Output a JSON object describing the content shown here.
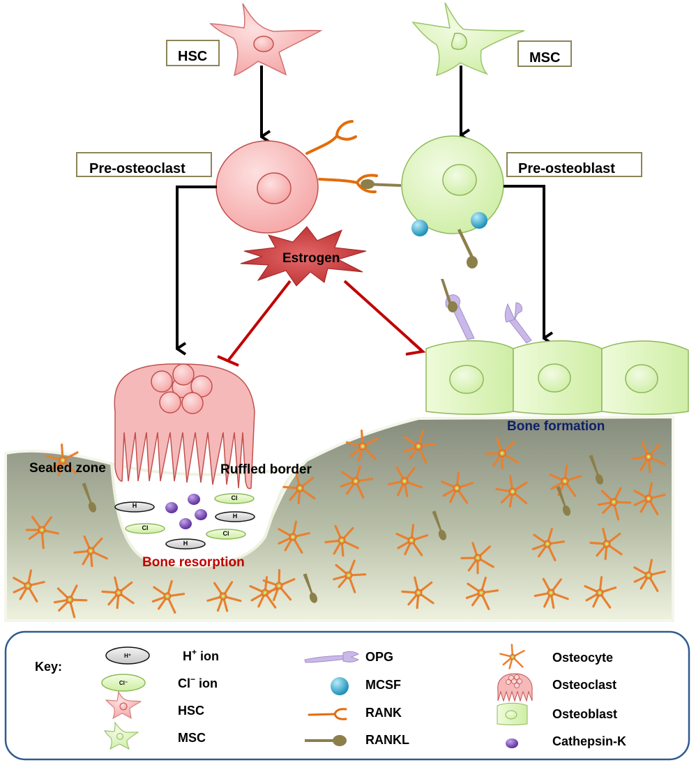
{
  "labels": {
    "hsc": "HSC",
    "msc": "MSC",
    "pre_osteoclast": "Pre-osteoclast",
    "pre_osteoblast": "Pre-osteoblast",
    "estrogen": "Estrogen",
    "sealed_zone": "Sealed zone",
    "ruffled_border": "Ruffled border",
    "bone_resorption": "Bone resorption",
    "bone_formation": "Bone formation"
  },
  "ions": {
    "h_plus": "H",
    "cl_minus": "Cl",
    "plus_sign": "+",
    "minus_sign": "-"
  },
  "key": {
    "title": "Key:",
    "items": [
      {
        "id": "h-ion",
        "label_main": "H",
        "label_sup": "+",
        "label_tail": " ion",
        "icon": "h-ion-icon"
      },
      {
        "id": "cl-ion",
        "label_main": "Cl",
        "label_sup": "−",
        "label_tail": " ion",
        "icon": "cl-ion-icon"
      },
      {
        "id": "hsc",
        "label": "HSC",
        "icon": "hsc-cell-icon"
      },
      {
        "id": "msc",
        "label": "MSC",
        "icon": "msc-cell-icon"
      },
      {
        "id": "opg",
        "label": "OPG",
        "icon": "opg-icon"
      },
      {
        "id": "mcsf",
        "label": "MCSF",
        "icon": "mcsf-icon"
      },
      {
        "id": "rank",
        "label": "RANK",
        "icon": "rank-icon"
      },
      {
        "id": "rankl",
        "label": "RANKL",
        "icon": "rankl-icon"
      },
      {
        "id": "osteocyte",
        "label": "Osteocyte",
        "icon": "osteocyte-icon"
      },
      {
        "id": "osteoclast",
        "label": "Osteoclast",
        "icon": "osteoclast-icon"
      },
      {
        "id": "osteoblast",
        "label": "Osteoblast",
        "icon": "osteoblast-icon"
      },
      {
        "id": "cathepsin-k",
        "label": "Cathepsin-K",
        "icon": "cathepsin-k-icon"
      }
    ],
    "key_ion_h": "H⁺",
    "key_ion_cl": "Cl⁻"
  },
  "colors": {
    "hsc_fill": "#f5a7a7",
    "hsc_stroke": "#c0504d",
    "msc_fill": "#d7f0b0",
    "msc_stroke": "#8fb85a",
    "rank": "#e36c0a",
    "rankl": "#8c7f4a",
    "opg": "#c9b8e8",
    "mcsf": "#2ea7c9",
    "cathepsin": "#7a4fb0",
    "estrogen": "#c8383a",
    "inhibit_arrow": "#c00000",
    "label_border": "#8c8458",
    "bone_top": "#8b9180",
    "bone_bottom": "#eef2e0",
    "key_border": "#2f5b8f",
    "bone_resorption_text": "#c00000",
    "bone_formation_text": "#0f1f6b"
  }
}
